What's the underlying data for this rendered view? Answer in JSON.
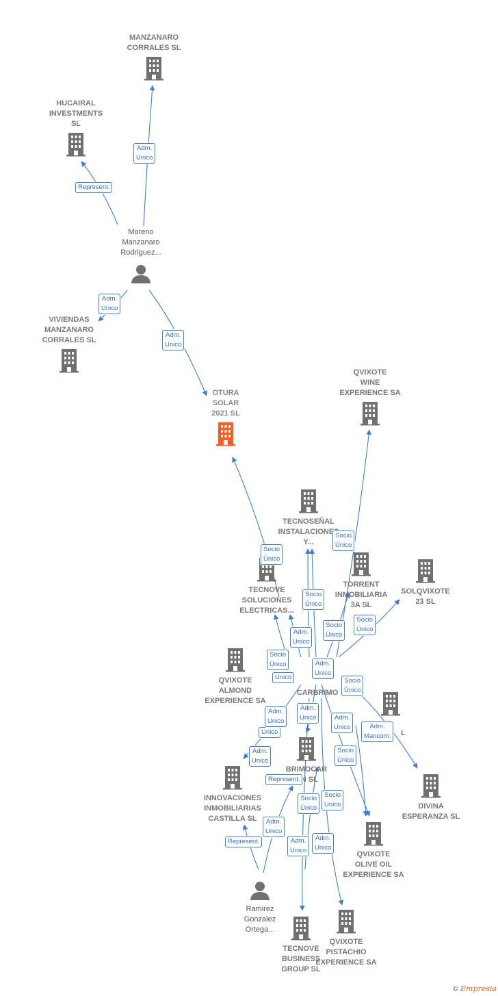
{
  "colors": {
    "company": "#707070",
    "focus": "#ff5a1f",
    "person": "#707070",
    "edge": "#3a7fd5",
    "edge_label_text": "#2f6fc6"
  },
  "nodes": [
    {
      "id": "manzanaro",
      "type": "company",
      "label": "MANZANARO\nCORRALES SL"
    },
    {
      "id": "hucairal",
      "type": "company",
      "label": "HUCAIRAL\nINVESTMENTS\nSL"
    },
    {
      "id": "moreno",
      "type": "person",
      "label": "Moreno\nManzanaro\nRodriguez..."
    },
    {
      "id": "viviendas",
      "type": "company",
      "label": "VIVIENDAS\nMANZANARO\nCORRALES  SL"
    },
    {
      "id": "otura",
      "type": "focus",
      "label": "OTURA\nSOLAR\n2021  SL"
    },
    {
      "id": "wine",
      "type": "company",
      "label": "QVIXOTE\nWINE\nEXPERIENCE SA"
    },
    {
      "id": "tecnosenal",
      "type": "company",
      "label": "TECNOSEÑAL\nINSTALACIONES\nY..."
    },
    {
      "id": "torrent",
      "type": "company",
      "label": "TORRENT\nINMOBILIARIA\n3A  SL"
    },
    {
      "id": "solqvixote",
      "type": "company",
      "label": "SOLQVIXOTE\n23 SL"
    },
    {
      "id": "tecnove_sol",
      "type": "company",
      "label": "TECNOVE\nSOLUCIONES\nELECTRICAS..."
    },
    {
      "id": "almond",
      "type": "company",
      "label": "QVIXOTE\nALMOND\nEXPERIENCE SA"
    },
    {
      "id": "carbrimo",
      "type": "company",
      "label": "CARBRIMO"
    },
    {
      "id": "unnamed_sl",
      "type": "company",
      "label": "L"
    },
    {
      "id": "brimocar",
      "type": "company",
      "label": "BRIMOCAR\nON SL"
    },
    {
      "id": "divina",
      "type": "company",
      "label": "DIVINA\nESPERANZA SL"
    },
    {
      "id": "innovaciones",
      "type": "company",
      "label": "INNOVACIONES\nINMOBILIARIAS\nCASTILLA  SL"
    },
    {
      "id": "olive",
      "type": "company",
      "label": "QVIXOTE\nOLIVE OIL\nEXPERIENCE SA"
    },
    {
      "id": "ramirez",
      "type": "person",
      "label": "Ramirez\nGonzalez\nOrtega..."
    },
    {
      "id": "tecnove_bus",
      "type": "company",
      "label": "TECNOVE\nBUSINESS\nGROUP  SL"
    },
    {
      "id": "pistachio",
      "type": "company",
      "label": "QVIXOTE\nPISTACHIO\nEXPERIENCE SA"
    }
  ],
  "edge_labels": [
    "Adm.\nUnico",
    "Represent.",
    "Adm.\nUnico",
    "Adm.\nUnico",
    "Socio\nÚnico",
    "Socio\nÚnico",
    "Socio\nÚnico",
    "Socio\nÚnico",
    "Socio\nÚnico",
    "Adm.\nUnico",
    "Socio\nÚnico",
    "Unico",
    "Adm.\nUnico",
    "Socio\nÚnico",
    "Adm.\nUnico",
    "Unico",
    "Adm.\nUnico",
    "Adm.\nUnico",
    "Adm.\nMancom.",
    "Adm.\nUnico",
    "Socio\nÚnico",
    "Represent.",
    "Socio\nÚnico",
    "Socio\nUnico",
    "Adm.\nUnico",
    "Represent.",
    "Adm.\nUnico",
    "Adm.\nUnico"
  ],
  "footer": {
    "copyright": "©",
    "brand": "Empresia"
  }
}
